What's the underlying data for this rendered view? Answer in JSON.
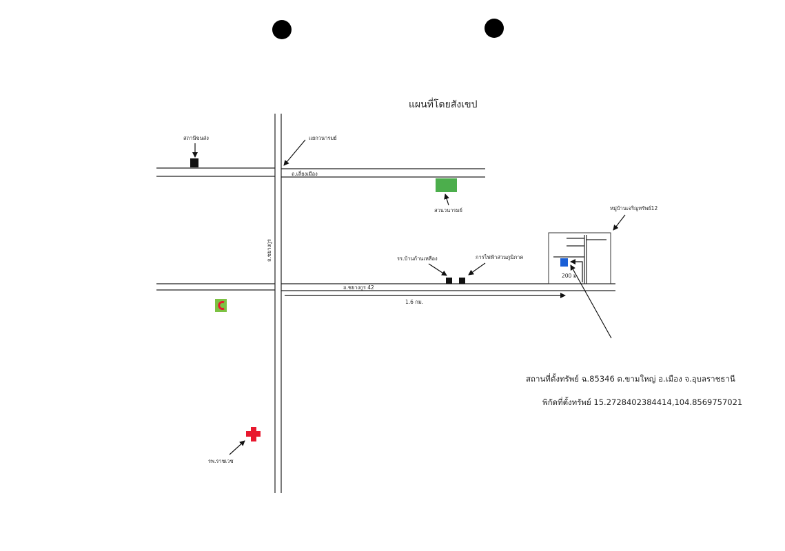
{
  "title": "แผนที่โดยสังเขป",
  "landmarks": {
    "bus_station": "สถานีขนส่ง",
    "junction": "แยกวนารมย์",
    "bypass_road": "ถ.เลี่ยงเมือง",
    "park": "สวนวนารมย์",
    "village": "หมู่บ้านเจริญทรัพย์12",
    "school": "รร.บ้านก้านเหลือง",
    "electricity": "การไฟฟ้าส่วนภูมิภาค",
    "soi_road": "ถ.ชยางกูร 42",
    "main_road": "ถ.ชยางกูร",
    "distance_main": "1.6 กม.",
    "distance_village": "200 ม.",
    "hospital": "รพ.ราชเวช"
  },
  "property": {
    "address": "สถานที่ตั้งทรัพย์ ฉ.85346 ต.ขามใหญ่ อ.เมือง จ.อุบลราชธานี",
    "coordinates": "พิกัดที่ตั้งทรัพย์ 15.2728402384414,104.8569757021"
  },
  "colors": {
    "park": "#4cae4c",
    "property": "#1a5fd6",
    "hospital": "#e8182e",
    "store": "#7cc243"
  }
}
